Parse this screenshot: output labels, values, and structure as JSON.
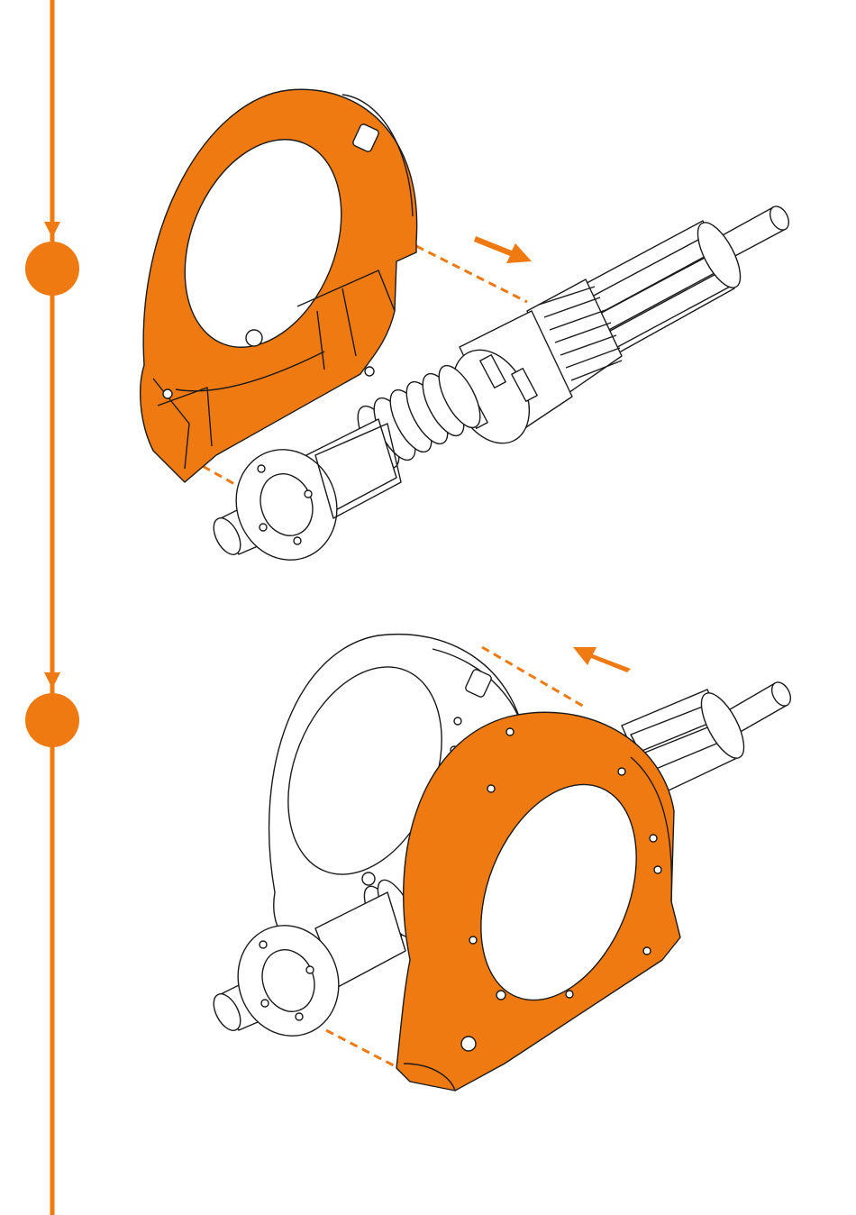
{
  "diagram": {
    "kind": "assembly-instructions",
    "steps": [
      {
        "step": 1,
        "action": "attach-rear-housing-half",
        "direction": "towards-shaft"
      },
      {
        "step": 2,
        "action": "attach-front-housing-half",
        "direction": "towards-rear-half"
      }
    ]
  },
  "colors": {
    "accent": "#EE7A11",
    "line": "#1a1a1a",
    "background": "#ffffff"
  },
  "icons": [
    "step-marker-circle",
    "arrow-down-icon",
    "motion-arrow-icon",
    "dashed-guide-line"
  ]
}
